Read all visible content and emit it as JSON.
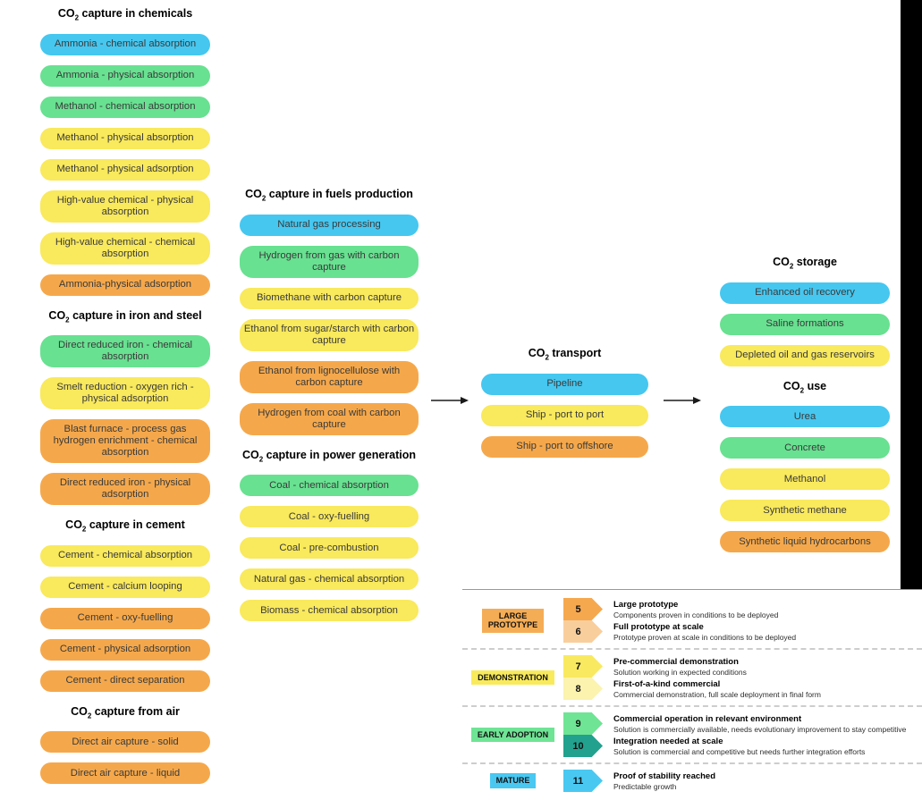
{
  "colors": {
    "blue": "#45c7f0",
    "green": "#68e191",
    "yellow": "#f9e95c",
    "orange": "#f5a84b"
  },
  "columns": [
    {
      "id": "capture-chemicals",
      "sections": [
        {
          "title": {
            "main": "CO",
            "sub": "2",
            "rest": " capture in chemicals"
          },
          "items": [
            {
              "label": "Ammonia - chemical absorption",
              "color": "blue"
            },
            {
              "label": "Ammonia - physical absorption",
              "color": "green"
            },
            {
              "label": "Methanol - chemical absorption",
              "color": "green"
            },
            {
              "label": "Methanol - physical absorption",
              "color": "yellow"
            },
            {
              "label": "Methanol - physical adsorption",
              "color": "yellow"
            },
            {
              "label": "High-value chemical - physical absorption",
              "color": "yellow"
            },
            {
              "label": "High-value chemical - chemical absorption",
              "color": "yellow"
            },
            {
              "label": "Ammonia-physical adsorption",
              "color": "orange"
            }
          ]
        },
        {
          "title": {
            "main": "CO",
            "sub": "2",
            "rest": " capture in iron and steel"
          },
          "items": [
            {
              "label": "Direct reduced iron - chemical absorption",
              "color": "green"
            },
            {
              "label": "Smelt reduction - oxygen rich - physical adsorption",
              "color": "yellow"
            },
            {
              "label": "Blast furnace - process gas hydrogen enrichment - chemical absorption",
              "color": "orange"
            },
            {
              "label": "Direct reduced iron - physical adsorption",
              "color": "orange"
            }
          ]
        },
        {
          "title": {
            "main": "CO",
            "sub": "2",
            "rest": " capture in cement"
          },
          "items": [
            {
              "label": "Cement - chemical absorption",
              "color": "yellow"
            },
            {
              "label": "Cement - calcium looping",
              "color": "yellow"
            },
            {
              "label": "Cement - oxy-fuelling",
              "color": "orange"
            },
            {
              "label": "Cement - physical adsorption",
              "color": "orange"
            },
            {
              "label": "Cement - direct separation",
              "color": "orange"
            }
          ]
        },
        {
          "title": {
            "main": "CO",
            "sub": "2",
            "rest": " capture from air"
          },
          "items": [
            {
              "label": "Direct air capture - solid",
              "color": "orange"
            },
            {
              "label": "Direct air capture - liquid",
              "color": "orange"
            }
          ]
        }
      ]
    },
    {
      "id": "capture-fuels-power",
      "sections": [
        {
          "title": {
            "main": "CO",
            "sub": "2",
            "rest": " capture in fuels production"
          },
          "items": [
            {
              "label": "Natural gas processing",
              "color": "blue"
            },
            {
              "label": "Hydrogen from gas with carbon capture",
              "color": "green"
            },
            {
              "label": "Biomethane with carbon capture",
              "color": "yellow"
            },
            {
              "label": "Ethanol from sugar/starch with carbon capture",
              "color": "yellow"
            },
            {
              "label": "Ethanol from lignocellulose with carbon capture",
              "color": "orange"
            },
            {
              "label": "Hydrogen from coal with carbon capture",
              "color": "orange"
            }
          ]
        },
        {
          "title": {
            "main": "CO",
            "sub": "2",
            "rest": " capture in power generation"
          },
          "items": [
            {
              "label": "Coal - chemical absorption",
              "color": "green"
            },
            {
              "label": "Coal - oxy-fuelling",
              "color": "yellow"
            },
            {
              "label": "Coal - pre-combustion",
              "color": "yellow"
            },
            {
              "label": "Natural gas - chemical absorption",
              "color": "yellow"
            },
            {
              "label": "Biomass - chemical absorption",
              "color": "yellow"
            }
          ]
        }
      ]
    },
    {
      "id": "transport",
      "sections": [
        {
          "title": {
            "main": "CO",
            "sub": "2",
            "rest": " transport"
          },
          "items": [
            {
              "label": "Pipeline",
              "color": "blue"
            },
            {
              "label": "Ship - port to port",
              "color": "yellow"
            },
            {
              "label": "Ship - port to offshore",
              "color": "orange"
            }
          ]
        }
      ]
    },
    {
      "id": "storage-use",
      "sections": [
        {
          "title": {
            "main": "CO",
            "sub": "2",
            "rest": " storage"
          },
          "items": [
            {
              "label": "Enhanced oil recovery",
              "color": "blue"
            },
            {
              "label": "Saline formations",
              "color": "green"
            },
            {
              "label": "Depleted oil and gas reservoirs",
              "color": "yellow"
            }
          ]
        },
        {
          "title": {
            "main": "CO",
            "sub": "2",
            "rest": " use"
          },
          "items": [
            {
              "label": "Urea",
              "color": "blue"
            },
            {
              "label": "Concrete",
              "color": "green"
            },
            {
              "label": "Methanol",
              "color": "yellow"
            },
            {
              "label": "Synthetic methane",
              "color": "yellow"
            },
            {
              "label": "Synthetic liquid hydrocarbons",
              "color": "orange"
            }
          ]
        }
      ]
    }
  ],
  "legend": {
    "rows": [
      {
        "category": "LARGE\nPROTOTYPE",
        "category_color": "#f5ad55",
        "entries": [
          {
            "num": "5",
            "color": "#f6a84f",
            "title": "Large prototype",
            "desc": "Components proven in conditions to be deployed"
          },
          {
            "num": "6",
            "color": "#f9ce9d",
            "title": "Full prototype at scale",
            "desc": "Prototype proven at scale in conditions to be deployed"
          }
        ]
      },
      {
        "category": "DEMONSTRATION",
        "category_color": "#f9ea5b",
        "entries": [
          {
            "num": "7",
            "color": "#f9e960",
            "title": "Pre-commercial demonstration",
            "desc": "Solution working in expected conditions"
          },
          {
            "num": "8",
            "color": "#fbf3ae",
            "title": "First-of-a-kind commercial",
            "desc": "Commercial demonstration, full scale deployment in final form"
          }
        ]
      },
      {
        "category": "EARLY ADOPTION",
        "category_color": "#6fe495",
        "entries": [
          {
            "num": "9",
            "color": "#6fe495",
            "title": "Commercial operation in relevant environment",
            "desc": "Solution is commercially available, needs evolutionary improvement to stay competitive"
          },
          {
            "num": "10",
            "color": "#22a18e",
            "title": "Integration needed at scale",
            "desc": "Solution is commercial and competitive but needs further integration efforts"
          }
        ]
      },
      {
        "category": "MATURE",
        "category_color": "#49c8f2",
        "entries": [
          {
            "num": "11",
            "color": "#49c8f2",
            "title": "Proof of stability reached",
            "desc": "Predictable growth"
          }
        ]
      }
    ]
  }
}
